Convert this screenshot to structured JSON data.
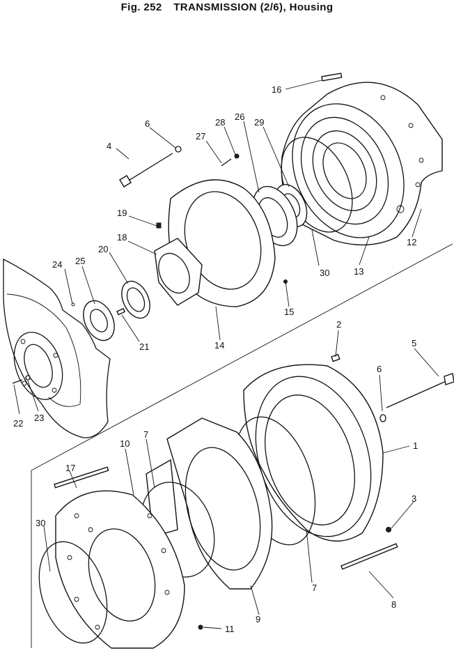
{
  "title": {
    "fig": "Fig. 252",
    "subject": "TRANSMISSION (2/6), Housing"
  },
  "callouts": [
    "1",
    "2",
    "3",
    "4",
    "5",
    "6",
    "6",
    "7",
    "7",
    "8",
    "9",
    "10",
    "11",
    "12",
    "13",
    "14",
    "15",
    "16",
    "17",
    "18",
    "19",
    "20",
    "21",
    "22",
    "23",
    "24",
    "25",
    "26",
    "27",
    "28",
    "29",
    "30",
    "30"
  ]
}
